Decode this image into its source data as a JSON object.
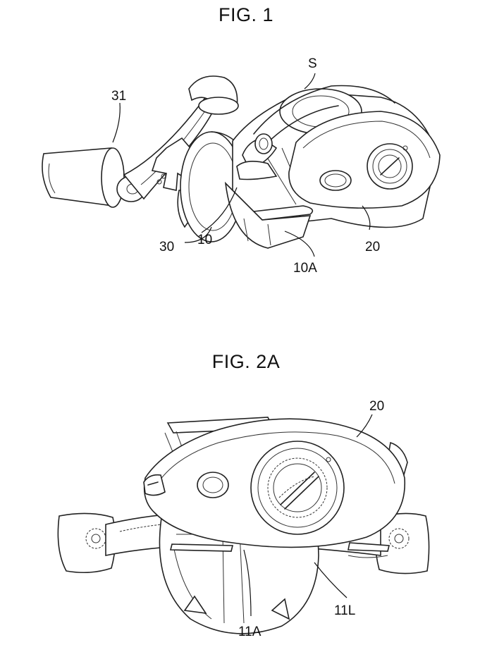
{
  "figure1": {
    "title": "FIG. 1",
    "labels": {
      "S": "S",
      "n31": "31",
      "n30": "30",
      "n10": "10",
      "n10A": "10A",
      "n20": "20"
    }
  },
  "figure2": {
    "title": "FIG. 2A",
    "labels": {
      "n20": "20",
      "n11A": "11A",
      "n11L": "11L"
    }
  }
}
